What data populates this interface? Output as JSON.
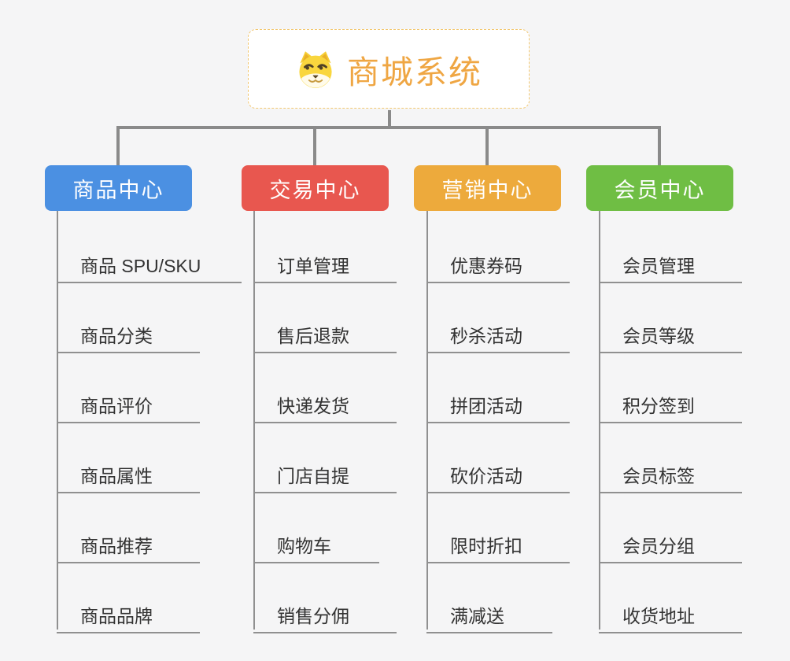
{
  "root": {
    "title": "商城系统",
    "icon": "doge-icon"
  },
  "branches": [
    {
      "label": "商品中心",
      "color": "#4b90e2",
      "items": [
        "商品 SPU/SKU",
        "商品分类",
        "商品评价",
        "商品属性",
        "商品推荐",
        "商品品牌"
      ]
    },
    {
      "label": "交易中心",
      "color": "#e8574f",
      "items": [
        "订单管理",
        "售后退款",
        "快递发货",
        "门店自提",
        "购物车",
        "销售分佣"
      ]
    },
    {
      "label": "营销中心",
      "color": "#edaa3c",
      "items": [
        "优惠券码",
        "秒杀活动",
        "拼团活动",
        "砍价活动",
        "限时折扣",
        "满减送"
      ]
    },
    {
      "label": "会员中心",
      "color": "#6fbe44",
      "items": [
        "会员管理",
        "会员等级",
        "积分签到",
        "会员标签",
        "会员分组",
        "收货地址"
      ]
    }
  ],
  "colors": {
    "background": "#f5f5f6",
    "connector": "#8a8a8a",
    "item_line": "#909090",
    "item_text": "#333333",
    "root_border": "#f2c770",
    "root_text": "#efa643"
  }
}
